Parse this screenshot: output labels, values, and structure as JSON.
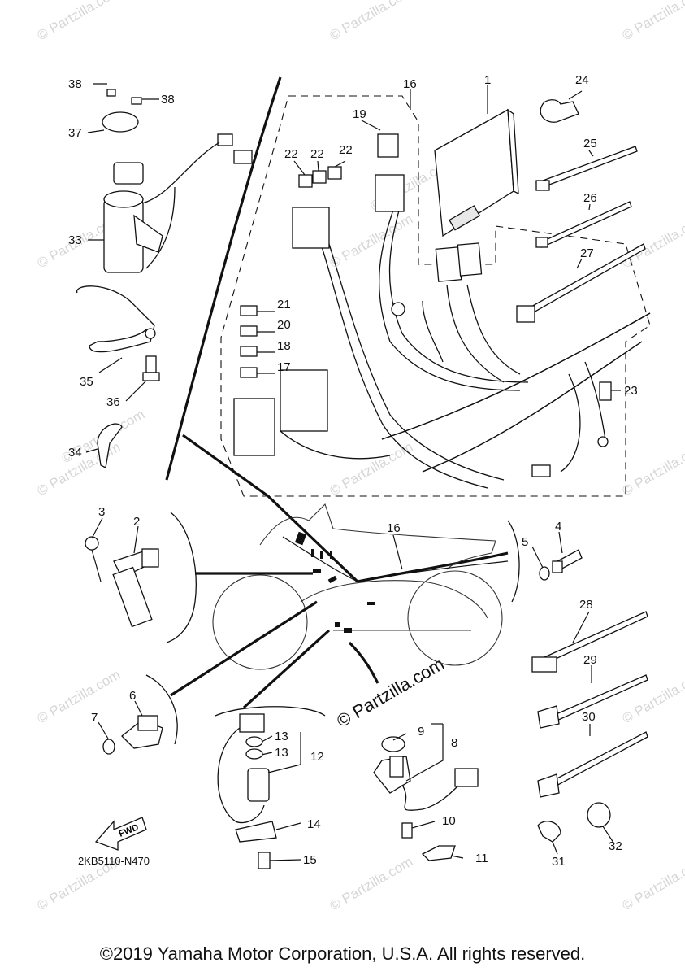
{
  "diagram": {
    "code": "2KB5110-N470",
    "fwd_label": "FWD",
    "watermark": "© Partzilla.com",
    "watermark_center": "© Partzilla.com",
    "callouts": {
      "c1": "1",
      "c2": "2",
      "c3": "3",
      "c4": "4",
      "c5": "5",
      "c6": "6",
      "c7": "7",
      "c8": "8",
      "c9": "9",
      "c10": "10",
      "c11": "11",
      "c12": "12",
      "c13a": "13",
      "c13b": "13",
      "c14": "14",
      "c15": "15",
      "c16": "16",
      "c16b": "16",
      "c17": "17",
      "c18": "18",
      "c19": "19",
      "c20": "20",
      "c21": "21",
      "c22a": "22",
      "c22b": "22",
      "c22c": "22",
      "c23": "23",
      "c24": "24",
      "c25": "25",
      "c26": "26",
      "c27": "27",
      "c28": "28",
      "c29": "29",
      "c30": "30",
      "c31": "31",
      "c32": "32",
      "c33": "33",
      "c34": "34",
      "c35": "35",
      "c36": "36",
      "c37": "37",
      "c38a": "38",
      "c38b": "38"
    }
  },
  "footer": {
    "copyright": "©2019 Yamaha Motor Corporation, U.S.A. All rights reserved."
  }
}
